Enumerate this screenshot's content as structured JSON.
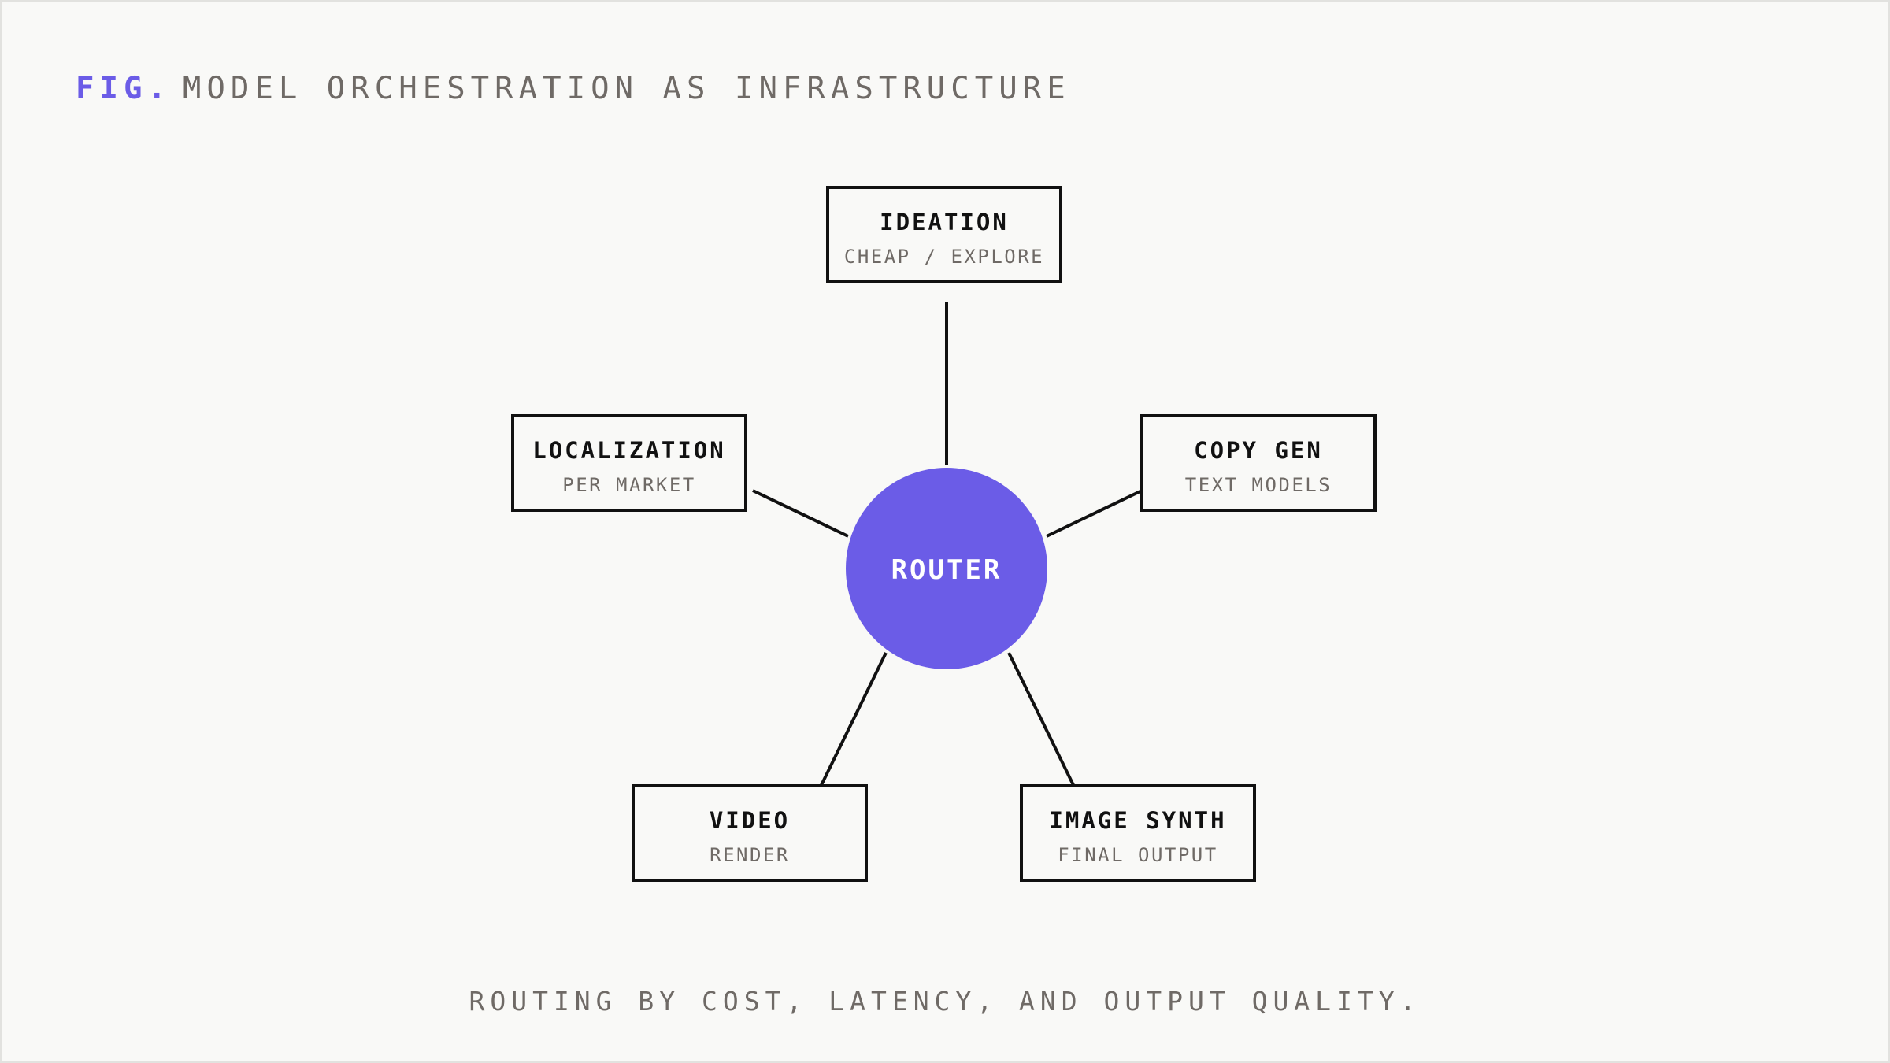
{
  "header": {
    "prefix": "FIG.",
    "title": "MODEL ORCHESTRATION AS INFRASTRUCTURE"
  },
  "router": {
    "label": "ROUTER",
    "color": "#6b5ce7"
  },
  "nodes": [
    {
      "id": "ideation",
      "title": "IDEATION",
      "subtitle": "CHEAP / EXPLORE"
    },
    {
      "id": "localization",
      "title": "LOCALIZATION",
      "subtitle": "PER MARKET"
    },
    {
      "id": "copy-gen",
      "title": "COPY GEN",
      "subtitle": "TEXT MODELS"
    },
    {
      "id": "video",
      "title": "VIDEO",
      "subtitle": "RENDER"
    },
    {
      "id": "image-synth",
      "title": "IMAGE SYNTH",
      "subtitle": "FINAL OUTPUT"
    }
  ],
  "caption": "ROUTING BY COST, LATENCY, AND OUTPUT QUALITY.",
  "colors": {
    "accent": "#6b5ce7",
    "text_muted": "#6f6a66",
    "stroke": "#111111",
    "background": "#f9f9f7"
  }
}
